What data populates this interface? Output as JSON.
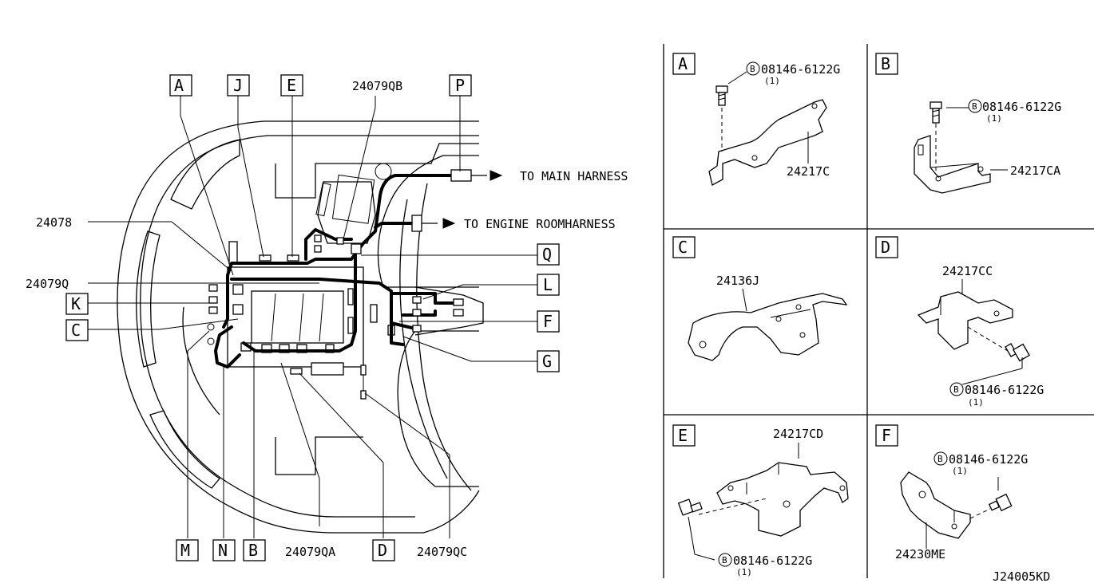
{
  "main": {
    "letters_top": [
      "A",
      "J",
      "E",
      "P"
    ],
    "letters_right": [
      "Q",
      "L",
      "F",
      "G"
    ],
    "letters_left": [
      "K",
      "C"
    ],
    "letters_bottom": [
      "M",
      "N",
      "B",
      "D"
    ],
    "parts": {
      "p24079QB": "24079QB",
      "p24078": "24078",
      "p24079Q": "24079Q",
      "p24079QA": "24079QA",
      "p24079QC": "24079QC"
    },
    "to_main": "TO MAIN HARNESS",
    "to_engine": "TO ENGINE ROOMHARNESS"
  },
  "panels": [
    {
      "letter": "A",
      "bolt": "08146-6122G",
      "qty": "(1)",
      "part": "24217C",
      "bolt_mark": "B"
    },
    {
      "letter": "B",
      "bolt": "08146-6122G",
      "qty": "(1)",
      "part": "24217CA",
      "bolt_mark": "B"
    },
    {
      "letter": "C",
      "part": "24136J"
    },
    {
      "letter": "D",
      "bolt": "08146-6122G",
      "qty": "(1)",
      "part": "24217CC",
      "bolt_mark": "B"
    },
    {
      "letter": "E",
      "bolt": "08146-6122G",
      "qty": "(1)",
      "part": "24217CD",
      "bolt_mark": "B"
    },
    {
      "letter": "F",
      "bolt": "08146-6122G",
      "qty": "(1)",
      "part": "24230ME",
      "bolt_mark": "B"
    }
  ],
  "diagram_id": "J24005KD"
}
